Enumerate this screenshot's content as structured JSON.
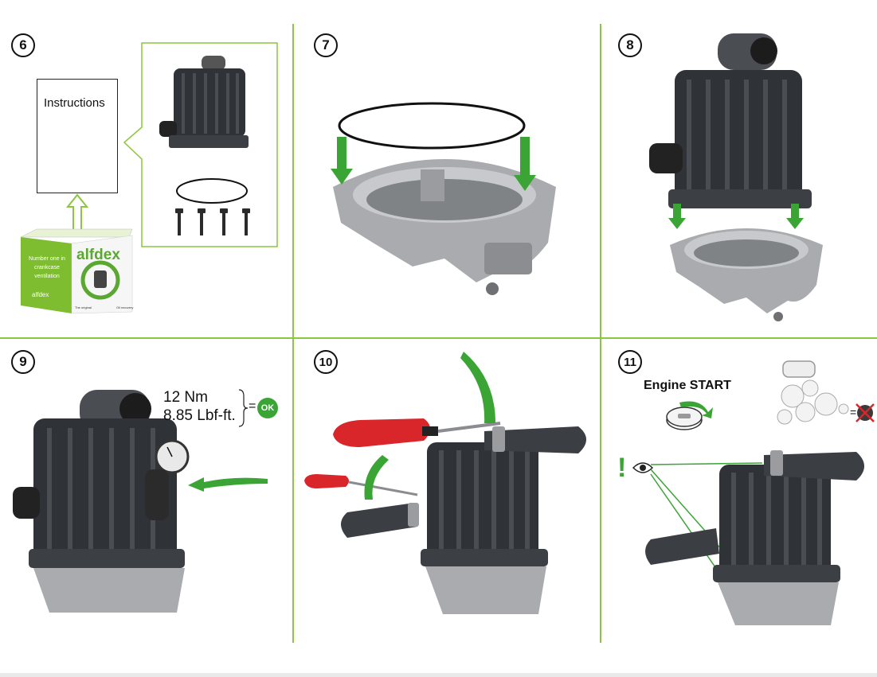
{
  "steps": [
    {
      "number": "6"
    },
    {
      "number": "7"
    },
    {
      "number": "8"
    },
    {
      "number": "9"
    },
    {
      "number": "10"
    },
    {
      "number": "11"
    }
  ],
  "step6": {
    "instructions_label": "Instructions",
    "box_brand": "alfdex",
    "box_tagline": "Number one in crankcase ventilation",
    "box_small_brand": "alfdex",
    "box_footer_left": "The original",
    "box_footer_right": "Oil recovery"
  },
  "step9": {
    "torque_nm": "12 Nm",
    "torque_lbf": "8.85 Lbf-ft.",
    "equals": "=",
    "ok_label": "OK"
  },
  "step11": {
    "engine_start": "Engine START",
    "warning_mark": "!",
    "equals": "="
  },
  "colors": {
    "accent_green": "#8cc63f",
    "arrow_green": "#3aa535",
    "ok_green": "#3aa535",
    "screwdriver_red": "#d8262b",
    "unit_dark": "#2f3236",
    "housing_silver": "#a9abae"
  }
}
